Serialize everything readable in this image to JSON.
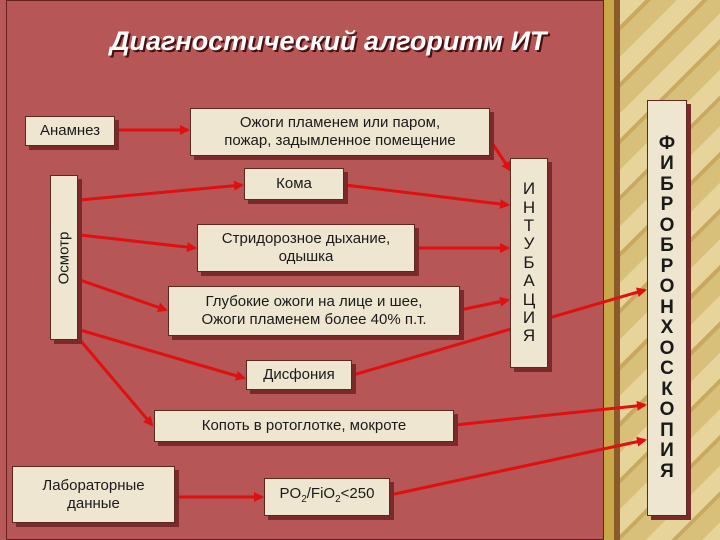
{
  "title": "Диагностический алгоритм ИТ",
  "boxes": {
    "anamnesis": "Анамнез",
    "burns_flame": "Ожоги пламенем или паром,\nпожар, задымленное помещение",
    "coma": "Кома",
    "stridor": "Стридорозное дыхание,\nодышка",
    "deep_burns": "Глубокие ожоги на лице и шее,\nОжоги пламенем более 40% п.т.",
    "dysphonia": "Дисфония",
    "soot": "Копоть в ротоглотке, мокроте",
    "lab": "Лабораторные\nданные",
    "osmotr": "Осмотр",
    "po2_main": "PO",
    "po2_sub": "2",
    "po2_mid": "/FiO",
    "po2_sub2": "2",
    "po2_end": "<250"
  },
  "intubation_letters": [
    "И",
    "Н",
    "Т",
    "У",
    "Б",
    "А",
    "Ц",
    "И",
    "Я"
  ],
  "fibro_letters": [
    "Ф",
    "И",
    "Б",
    "Р",
    "О",
    "Б",
    "Р",
    "О",
    "Н",
    "Х",
    "О",
    "С",
    "К",
    "О",
    "П",
    "И",
    "Я"
  ],
  "colors": {
    "background": "#b85858",
    "box": "#efe6d2",
    "arrow": "#e01010",
    "title": "#ffffff"
  }
}
